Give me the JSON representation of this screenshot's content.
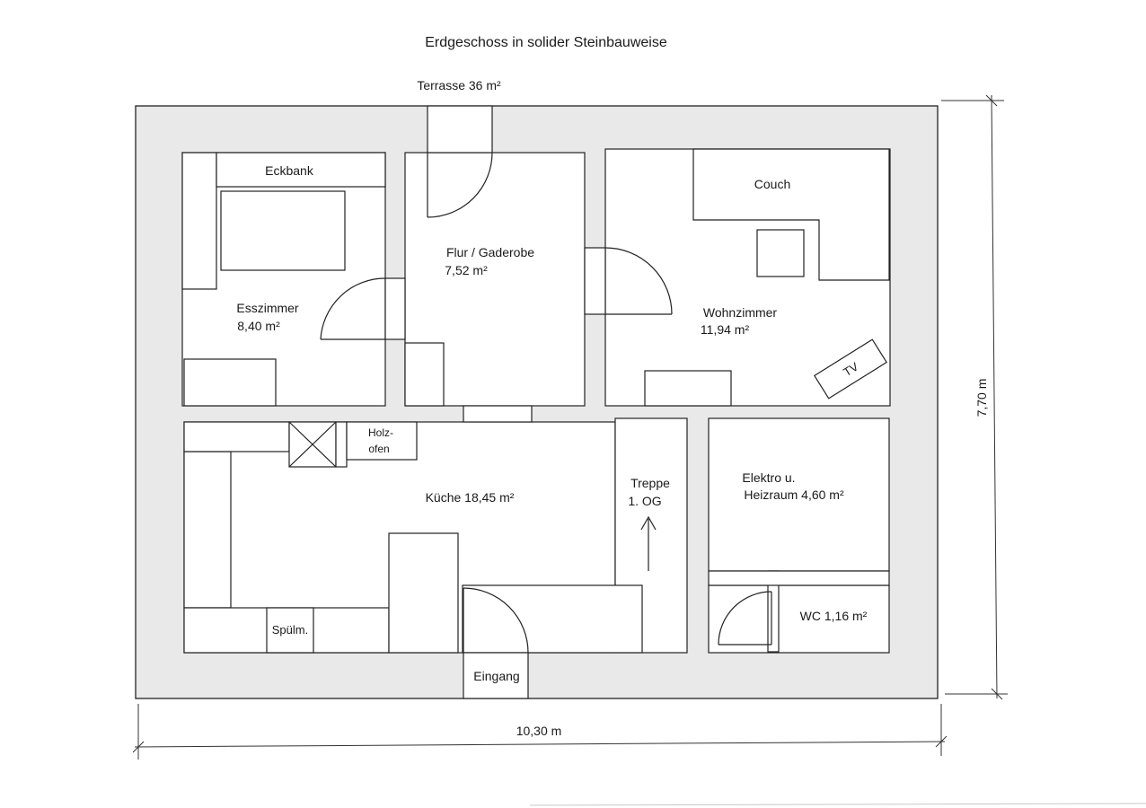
{
  "title": "Erdgeschoss in solider Steinbauweise",
  "terrace_label": "Terrasse 36 m²",
  "dimensions": {
    "width": "10,30 m",
    "height": "7,70 m"
  },
  "rooms": {
    "eckbank": "Eckbank",
    "esszimmer_name": "Esszimmer",
    "esszimmer_area": "8,40 m²",
    "flur_name": "Flur / Gaderobe",
    "flur_area": "7,52 m²",
    "couch": "Couch",
    "wohnzimmer_name": "Wohnzimmer",
    "wohnzimmer_area": "11,94 m²",
    "tv": "TV",
    "holzofen_line1": "Holz-",
    "holzofen_line2": "ofen",
    "kueche": "Küche 18,45 m²",
    "treppe_line1": "Treppe",
    "treppe_line2": "1. OG",
    "elektro_line1": "Elektro u.",
    "elektro_line2": "Heizraum 4,60 m²",
    "wc": "WC 1,16 m²",
    "spuelm": "Spülm.",
    "eingang": "Eingang"
  }
}
